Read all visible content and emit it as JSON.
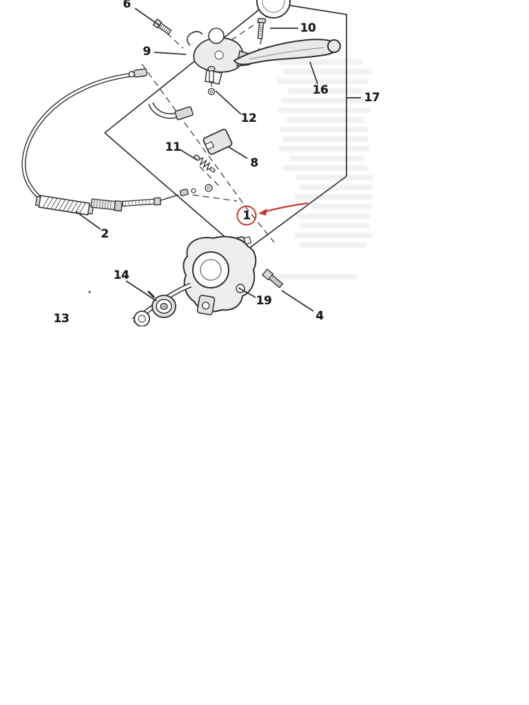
{
  "page": {
    "kind": "scanned exploded parts diagram (clutch lever, cable and switch housing)",
    "background_color": "#ffffff",
    "line_color": "#2e2e2e"
  },
  "diagram": {
    "callouts": [
      {
        "label": "6"
      },
      {
        "label": "10"
      },
      {
        "label": "9"
      },
      {
        "label": "16"
      },
      {
        "label": "17"
      },
      {
        "label": "12"
      },
      {
        "label": "11"
      },
      {
        "label": "8"
      },
      {
        "label": "2"
      },
      {
        "label": "1"
      },
      {
        "label": "14"
      },
      {
        "label": "13"
      },
      {
        "label": "19"
      },
      {
        "label": "4"
      }
    ],
    "annotation": {
      "type": "hand-drawn red circle with arrow",
      "target_label": "1",
      "color": "#c2392e"
    },
    "artifacts": {
      "page_bleed_through_text": true,
      "image_cropped_at_top_and_bottom": true
    }
  }
}
